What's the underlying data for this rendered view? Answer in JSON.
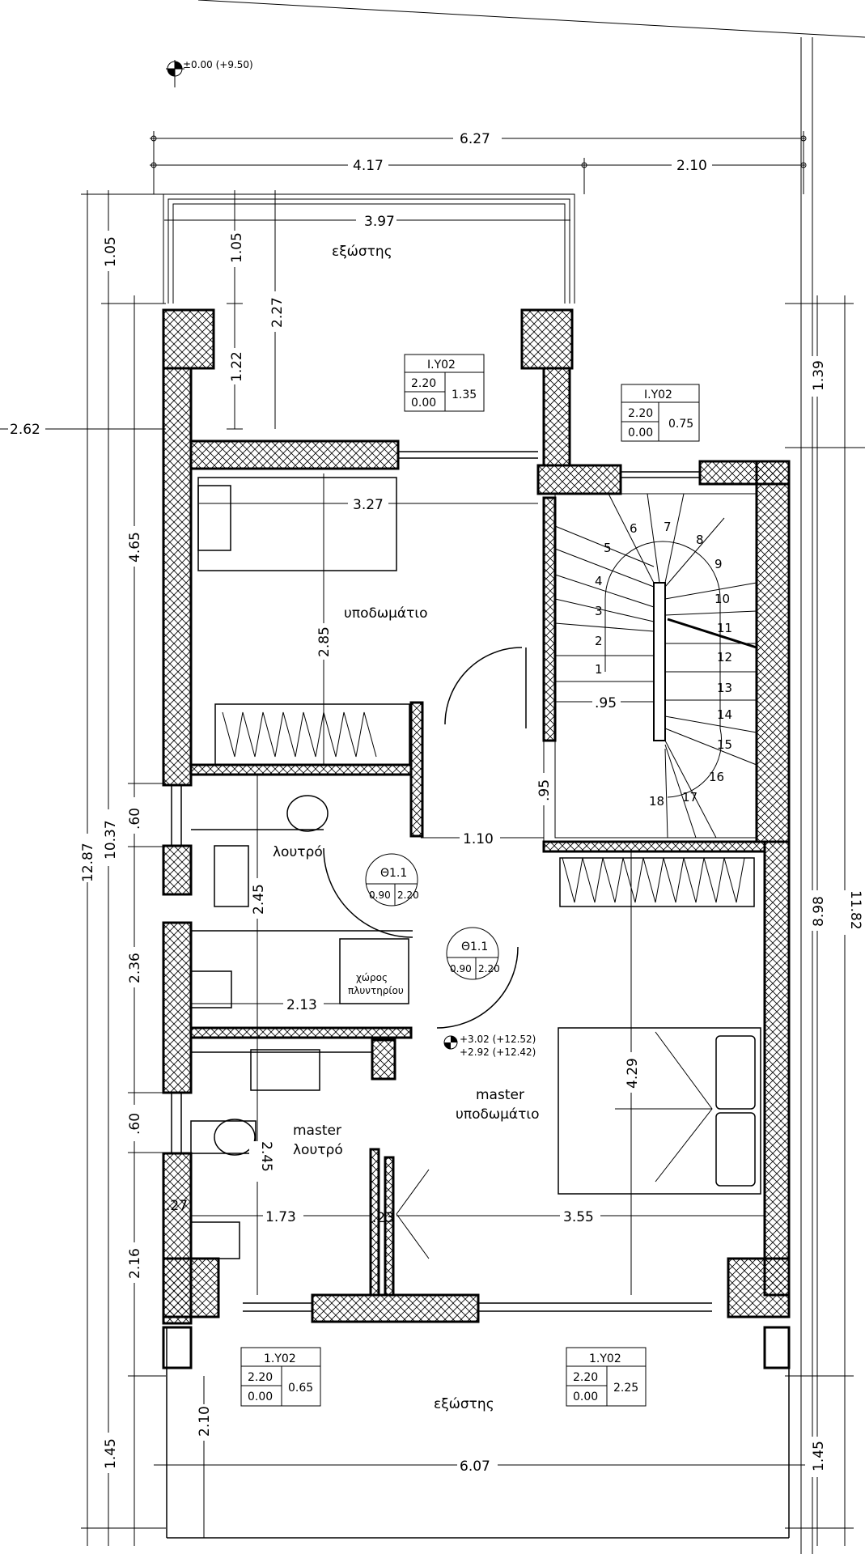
{
  "levels": {
    "top": "±0.00 (+9.50)",
    "mid_a": "+3.02 (+12.52)",
    "mid_b": "+2.92 (+12.42)"
  },
  "rooms": {
    "balcony_top": "εξώστης",
    "bedroom": "υποδωμάτιο",
    "bathroom": "λουτρό",
    "laundry_l1": "χώρος",
    "laundry_l2": "πλυντηρίου",
    "master_bedroom_l1": "master",
    "master_bedroom_l2": "υποδωμάτιο",
    "master_bath_l1": "master",
    "master_bath_l2": "λουτρό",
    "balcony_bottom": "εξώστης"
  },
  "dimensions": {
    "top_total": "6.27",
    "top_left": "4.17",
    "top_right": "2.10",
    "balcony_width": "3.97",
    "bedroom_width": "3.27",
    "bedroom_depth": "2.85",
    "stair_width": ".95",
    "corridor_width": "1.10",
    "corridor_v": ".95",
    "bath_depth": "2.45",
    "laundry_width": "2.13",
    "master_depth": "4.29",
    "master_bath_depth": "2.45",
    "master_bath_width": "1.73",
    "master_width": "3.55",
    "bottom_total": "6.07",
    "bottom_balcony_depth": "2.10",
    "small_27": ".27",
    "small_23": ".23",
    "left_d1": "1.05",
    "left_d2": "4.65",
    "left_d3": ".60",
    "left_d4": "2.36",
    "left_d5": ".60",
    "left_d6": "2.16",
    "left_d7": "1.45",
    "left_mid": "10.37",
    "left_total": "12.87",
    "inner_105": "1.05",
    "inner_122": "1.22",
    "inner_227": "2.27",
    "level_262": "2.62",
    "right_139": "1.39",
    "right_898": "8.98",
    "right_145": "1.45",
    "right_1182": "11.82"
  },
  "windows": [
    {
      "code": "I.Y02",
      "h1": "2.20",
      "h2": "0.00",
      "w": "1.35"
    },
    {
      "code": "I.Y02",
      "h1": "2.20",
      "h2": "0.00",
      "w": "0.75"
    },
    {
      "code": "1.Y02",
      "h1": "2.20",
      "h2": "0.00",
      "w": "0.65"
    },
    {
      "code": "1.Y02",
      "h1": "2.20",
      "h2": "0.00",
      "w": "2.25"
    }
  ],
  "doors": [
    {
      "code": "Θ1.1",
      "w": "0.90",
      "h": "2.20"
    },
    {
      "code": "Θ1.1",
      "w": "0.90",
      "h": "2.20"
    }
  ],
  "stairs": {
    "steps": [
      "1",
      "2",
      "3",
      "4",
      "5",
      "6",
      "7",
      "8",
      "9",
      "10",
      "11",
      "12",
      "13",
      "14",
      "15",
      "16",
      "17",
      "18"
    ]
  }
}
